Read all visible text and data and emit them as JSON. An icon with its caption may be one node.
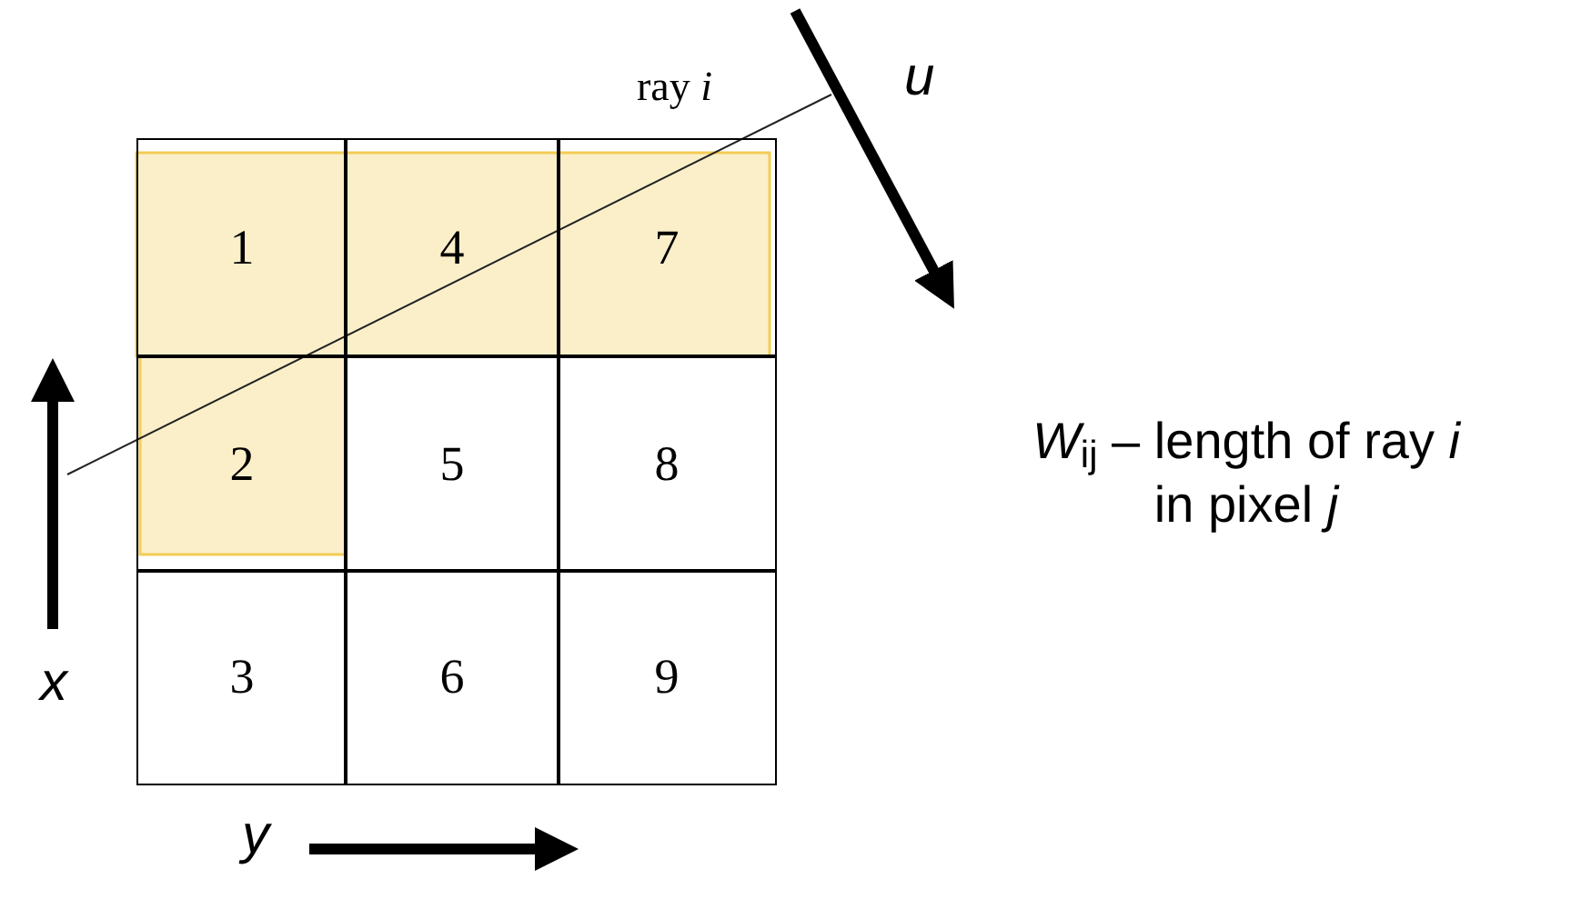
{
  "diagram": {
    "nodes": [
      {
        "text": [
          "1"
        ]
      },
      {
        "text": [
          "4"
        ]
      },
      {
        "text": [
          "7"
        ]
      },
      {
        "text": [
          "2"
        ]
      },
      {
        "text": [
          "5"
        ]
      },
      {
        "text": [
          "8"
        ]
      },
      {
        "text": [
          "3"
        ]
      },
      {
        "text": [
          "6"
        ]
      },
      {
        "text": [
          "9"
        ]
      }
    ],
    "labels": [
      "ray *i*",
      "u",
      "*W*$_{ij}$ – length of ray *i* in pixel *j*",
      "x",
      "y"
    ]
  }
}
